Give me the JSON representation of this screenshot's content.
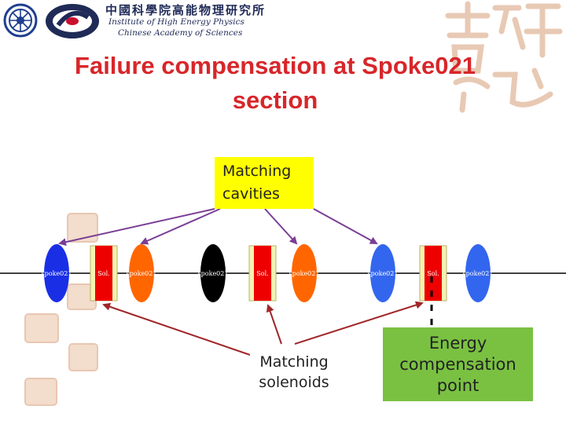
{
  "header": {
    "logo_cn": "中國科學院高能物理研究所",
    "logo_en_line1": "Institute of High Energy Physics",
    "logo_en_line2": "Chinese Academy of Sciences"
  },
  "title": {
    "line1": "Failure compensation at Spoke021",
    "line2": "section"
  },
  "diagram": {
    "elements": [
      {
        "type": "cavity",
        "label": "spoke021",
        "color": "#1a2ee6"
      },
      {
        "type": "solenoid",
        "label": "Sol."
      },
      {
        "type": "cavity",
        "label": "spoke021",
        "color": "#ff6600"
      },
      {
        "type": "cavity",
        "label": "spoke021",
        "color": "#000000"
      },
      {
        "type": "solenoid",
        "label": "Sol."
      },
      {
        "type": "cavity",
        "label": "spoke021",
        "color": "#ff6600"
      },
      {
        "type": "cavity",
        "label": "spoke021",
        "color": "#3366ee"
      },
      {
        "type": "solenoid",
        "label": "Sol."
      },
      {
        "type": "cavity",
        "label": "spoke021",
        "color": "#3366ee"
      }
    ],
    "matching_cavities_label": "Matching cavities",
    "matching_solenoids_label": "Matching solenoids",
    "energy_label": "Energy compensation point",
    "colors": {
      "beamline": "#000000",
      "cavity_arrow": "#7a3e95",
      "solenoid_arrow": "#a0262a",
      "solenoid_fill": "#ee0000",
      "solenoid_frame": "#f7f2b0",
      "callout": "#ffff00",
      "energy_box": "#7ac142",
      "title": "#d8262a"
    }
  }
}
